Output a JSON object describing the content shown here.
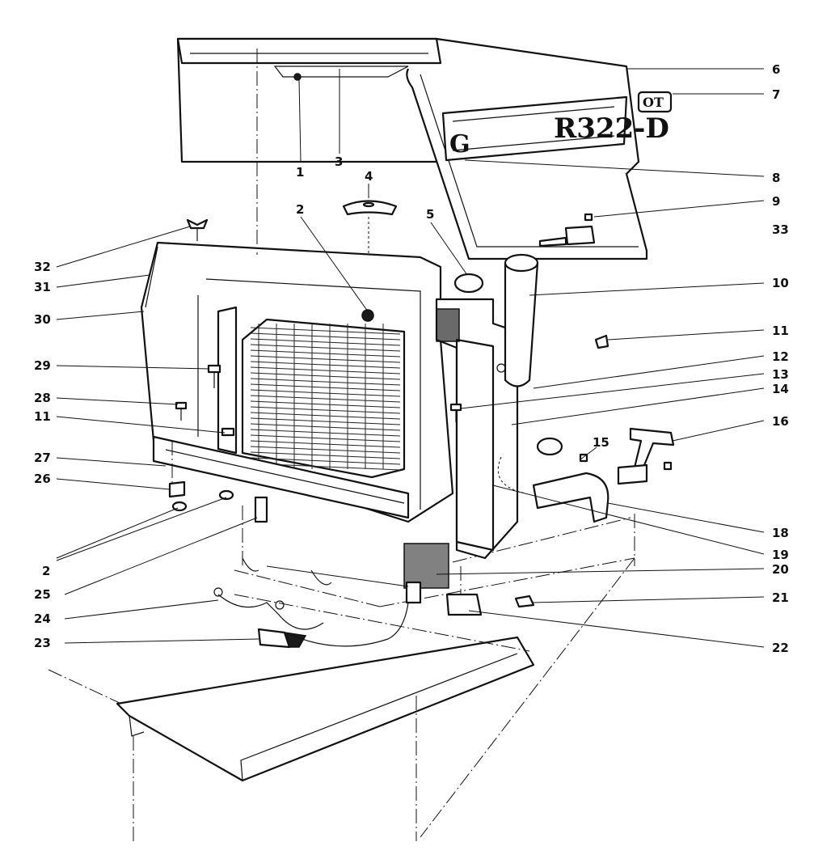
{
  "callouts": {
    "l1": "1",
    "l2a": "2",
    "l2b": "2",
    "l3": "3",
    "l4": "4",
    "l5": "5",
    "l6": "6",
    "l7": "7",
    "l8": "8",
    "l9": "9",
    "l10": "10",
    "l11a": "11",
    "l11b": "11",
    "l12": "12",
    "l13": "13",
    "l14": "14",
    "l15": "15",
    "l16": "16",
    "l18": "18",
    "l19": "19",
    "l20": "20",
    "l21": "21",
    "l22": "22",
    "l23": "23",
    "l24": "24",
    "l25": "25",
    "l26": "26",
    "l27": "27",
    "l28": "28",
    "l29": "29",
    "l30": "30",
    "l31": "31",
    "l32": "32",
    "l33": "33"
  },
  "decal": {
    "letter_g": "G",
    "model": "R322-D",
    "badge": "OT"
  }
}
